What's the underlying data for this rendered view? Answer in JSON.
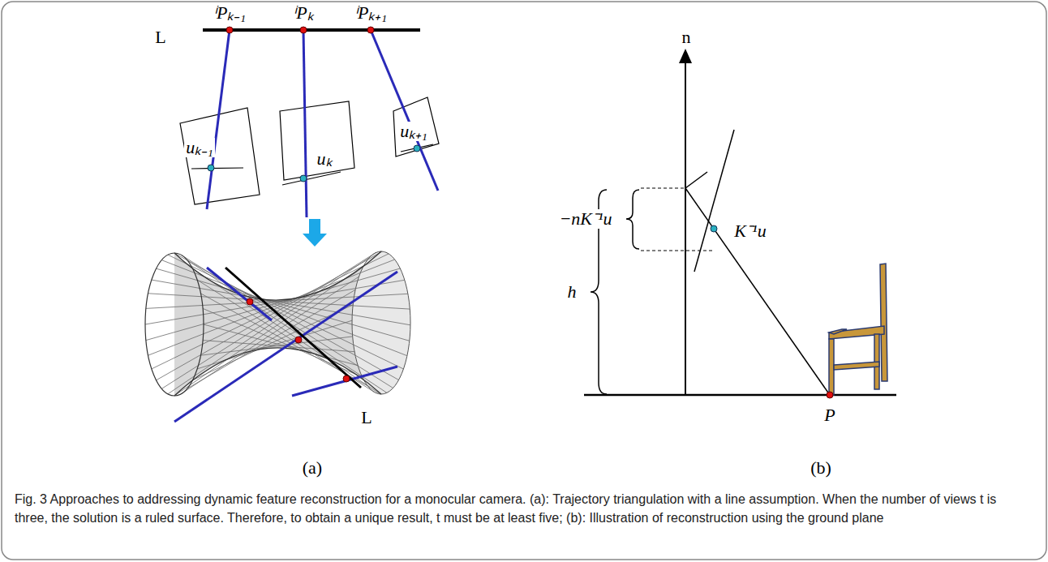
{
  "diagram": {
    "caption": "Fig. 3 Approaches to addressing dynamic feature reconstruction for a monocular camera. (a): Trajectory triangulation with a line assumption. When the number of views t is three, the solution is a ruled surface. Therefore, to obtain a unique result, t must be at least five; (b): Illustration of reconstruction using the ground plane",
    "labels": [
      "ⁱPₖ₋₁",
      "ⁱPₖ",
      "ⁱPₖ₊₁",
      "L",
      "uₖ₋₁",
      "uₖ",
      "uₖ₊₁",
      "L",
      "(a)",
      "n",
      "−nK⁻¹u",
      "K⁻¹u",
      "h",
      "P",
      "(b)"
    ]
  }
}
